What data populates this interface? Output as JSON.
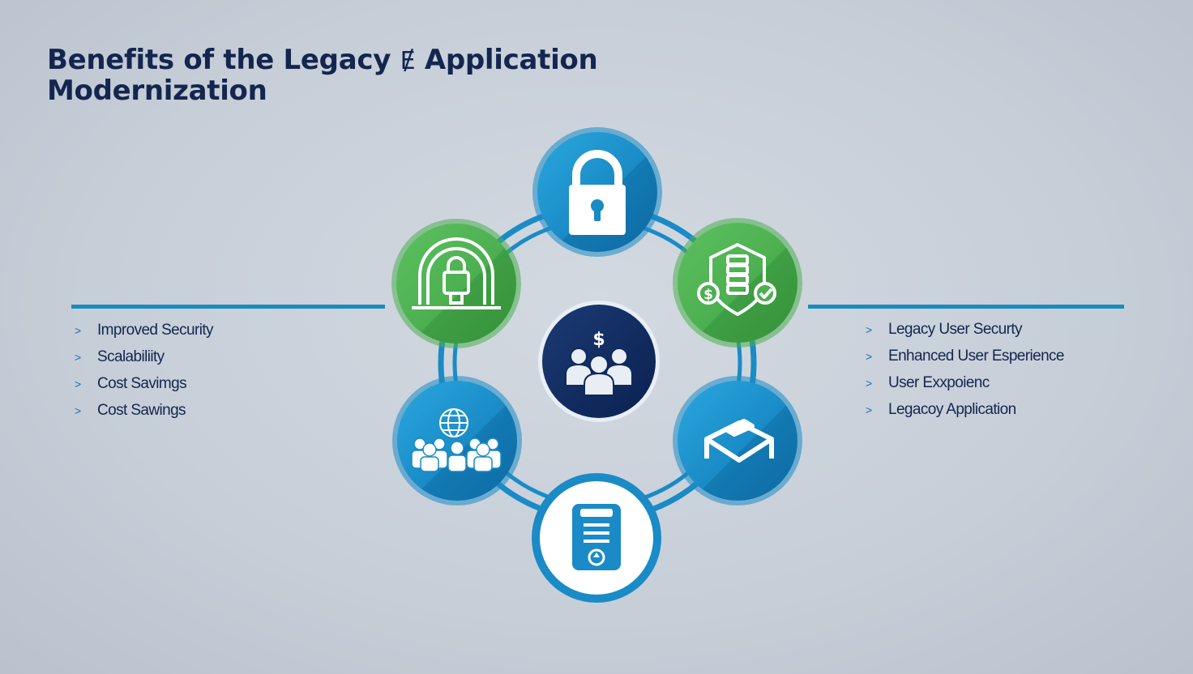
{
  "title": {
    "line1_start": "Benefits of the Legacy ",
    "line1_glyph": "Ɇ",
    "line1_end": " Application",
    "line2": "Modernization"
  },
  "left_list": [
    {
      "bullet": ">",
      "label": "Improved Security"
    },
    {
      "bullet": ">",
      "label": "Scalabiliity"
    },
    {
      "bullet": ">",
      "label": "Cost Savimgs"
    },
    {
      "bullet": ">",
      "label": "Cost Sawings"
    }
  ],
  "right_list": [
    {
      "bullet": ">",
      "label": "Legacy User Securty"
    },
    {
      "bullet": ">",
      "label": "Enhanced User Esperience"
    },
    {
      "bullet": ">",
      "label": "User Exxpoienc"
    },
    {
      "bullet": ">",
      "label": "Legacoy Application"
    }
  ],
  "center": {
    "icon": "people-dollar-icon",
    "symbol": "$"
  },
  "nodes": [
    {
      "icon": "padlock-icon",
      "color": "#1a8bc6"
    },
    {
      "icon": "shield-dollar-check-icon",
      "color": "#4caf50"
    },
    {
      "icon": "graduation-cap-icon",
      "color": "#1a8bc6"
    },
    {
      "icon": "document-icon",
      "color": "#ffffff"
    },
    {
      "icon": "people-globe-icon",
      "color": "#1a8bc6"
    },
    {
      "icon": "archway-lock-icon",
      "color": "#4caf50"
    }
  ],
  "colors": {
    "title": "#14264f",
    "accent_blue": "#1a8bc6",
    "accent_green": "#4caf50",
    "center_navy": "#0f2a5c",
    "background": "#c6ced8"
  }
}
